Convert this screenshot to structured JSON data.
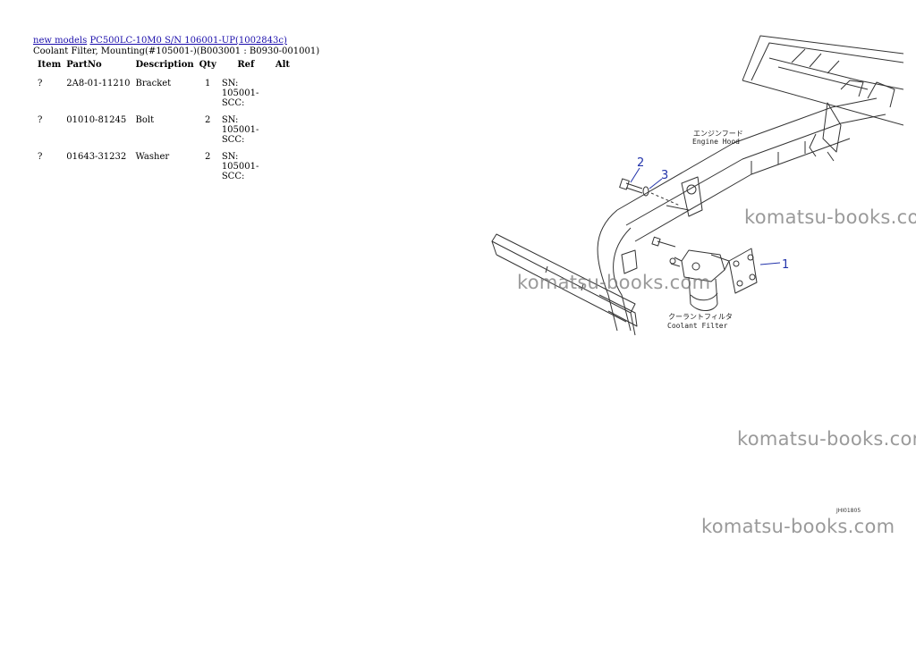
{
  "breadcrumb": {
    "link1": "new models",
    "link2": "PC500LC-10M0 S/N 106001-UP(1002843c)"
  },
  "subtitle": "Coolant Filter, Mounting(#105001-)(B003001 : B0930-001001)",
  "table": {
    "headers": [
      "Item",
      "PartNo",
      "Description",
      "Qty",
      "Ref",
      "Alt"
    ],
    "rows": [
      {
        "item": "?",
        "part": "2A8-01-11210",
        "desc": "Bracket",
        "qty": "1",
        "ref": "SN: 105001-SCC:",
        "alt": ""
      },
      {
        "item": "?",
        "part": "01010-81245",
        "desc": "Bolt",
        "qty": "2",
        "ref": "SN: 105001-SCC:",
        "alt": ""
      },
      {
        "item": "?",
        "part": "01643-31232",
        "desc": "Washer",
        "qty": "2",
        "ref": "SN: 105001-SCC:",
        "alt": ""
      }
    ]
  },
  "diagram": {
    "label_engine_jp": "エンジンフード",
    "label_engine_en": "Engine Hood",
    "label_filter_jp": "クーラントフィルタ",
    "label_filter_en": "Coolant Filter",
    "callout1": "1",
    "callout2": "2",
    "callout3": "3",
    "drawing_id": "JHI01805",
    "callout_color": "#2233aa"
  },
  "watermarks": [
    "komatsu-books.com",
    "komatsu-books.com",
    "komatsu-books.com",
    "komatsu-books.com"
  ]
}
